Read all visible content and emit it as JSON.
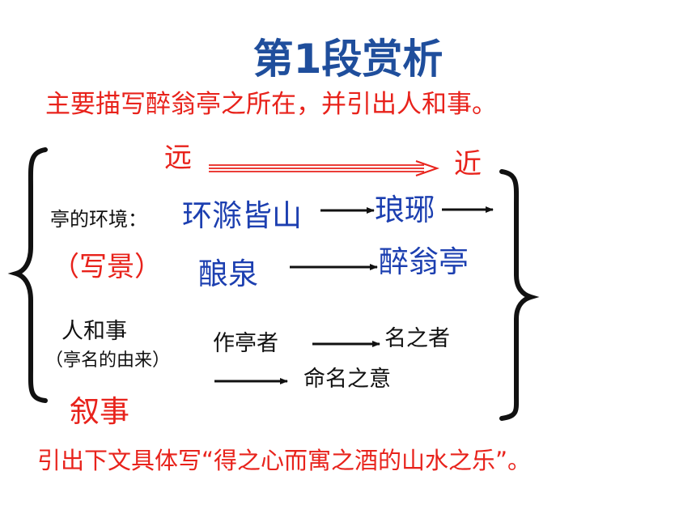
{
  "title": "第1段赏析",
  "summary": "主要描写醉翁亭之所在，并引出人和事。",
  "far_near": {
    "far": "远",
    "near": "近"
  },
  "environment": {
    "label": "亭的环境：",
    "scenery_note": "（写景）",
    "chain_top": [
      "环滁皆山",
      "琅琊"
    ],
    "chain_bottom": [
      "酿泉",
      "醉翁亭"
    ]
  },
  "people_events": {
    "label": "人和事",
    "sub_label": "（亭名的由来）",
    "narrative_note": "叙事",
    "chain_top": [
      "作亭者",
      "名之者"
    ],
    "chain_bottom_end": "命名之意"
  },
  "conclusion": "引出下文具体写“得之心而寓之酒的山水之乐”。",
  "colors": {
    "title": "#1f4e9c",
    "red": "#e8221b",
    "blue": "#1c3fb0",
    "text": "#111111"
  }
}
